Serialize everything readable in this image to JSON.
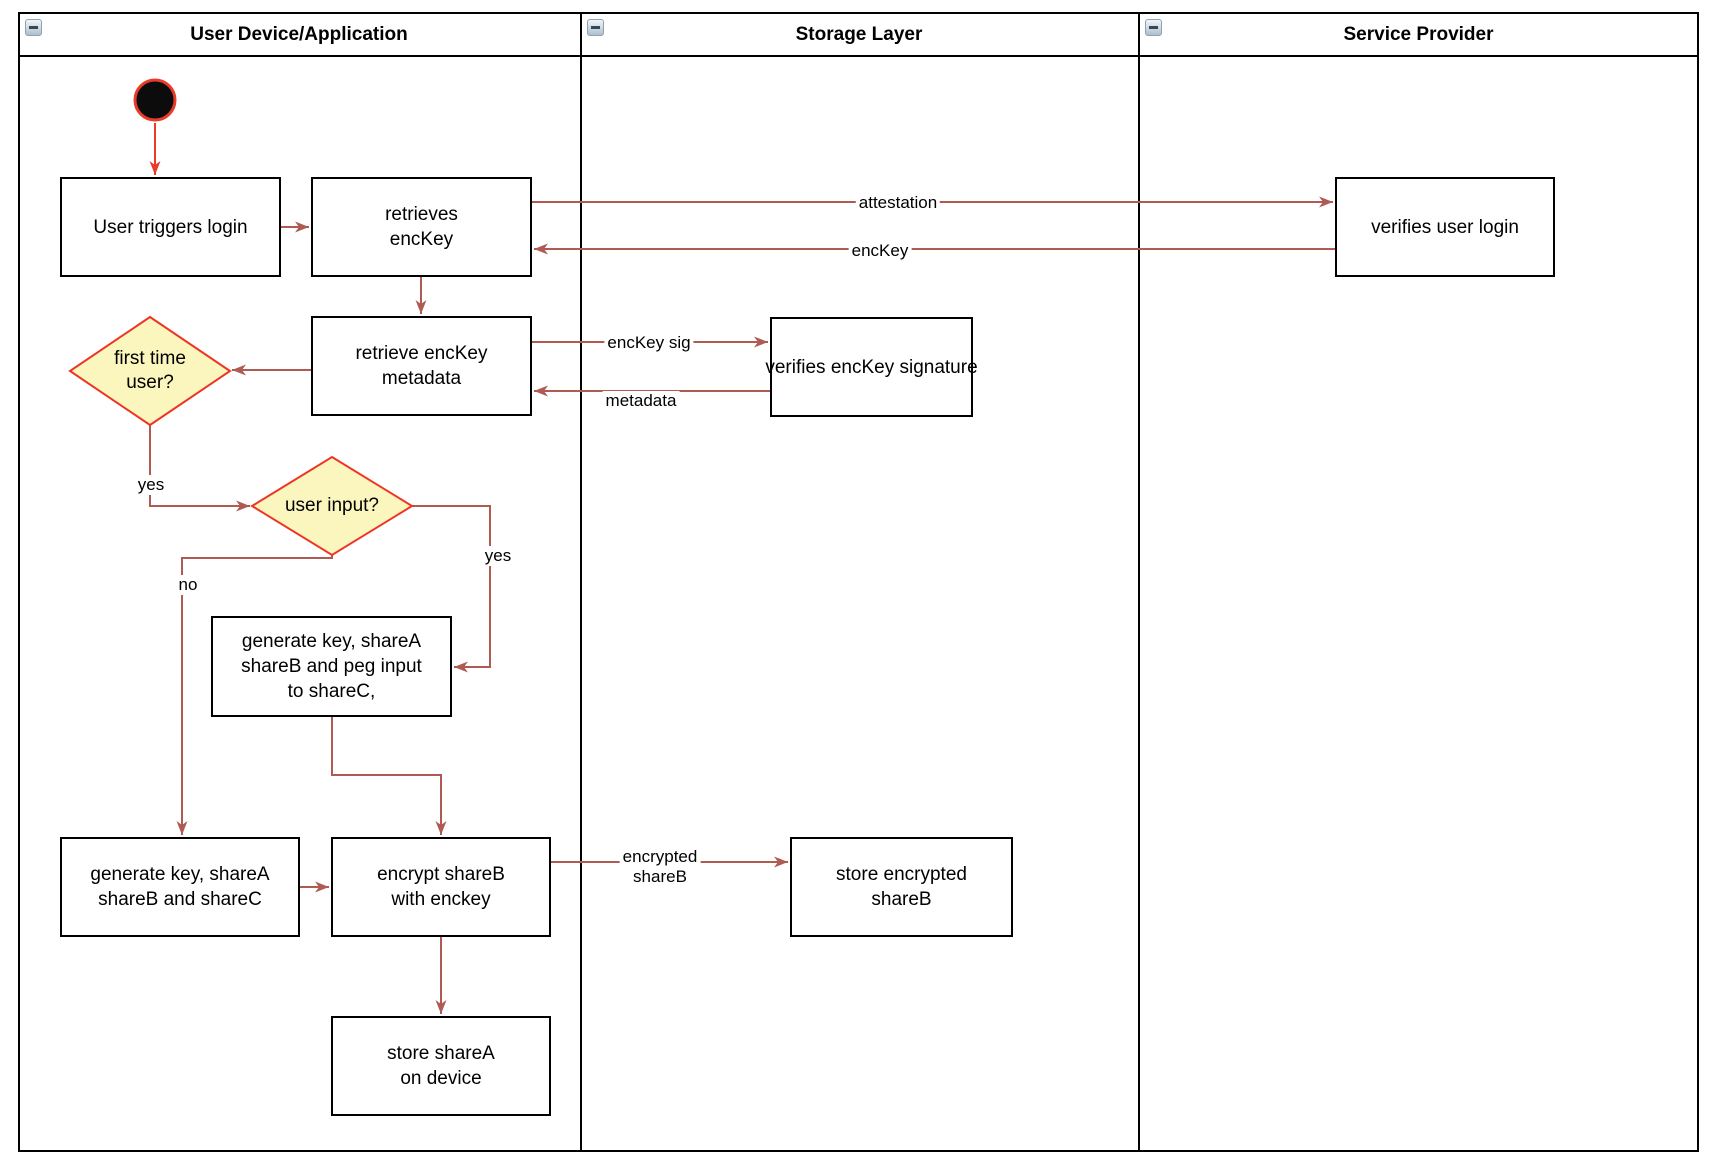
{
  "colors": {
    "connector": "#AF5A52",
    "start-accent": "#E93B2A",
    "diamond-fill": "#FBF6BD",
    "diamond-stroke": "#EE3524",
    "node-border": "#000000",
    "lane-border": "#000000"
  },
  "lanes": [
    {
      "title": "User Device/Application"
    },
    {
      "title": "Storage Layer"
    },
    {
      "title": "Service Provider"
    }
  ],
  "nodes": {
    "userTriggersLogin": "User triggers login",
    "retrievesEncKey": "retrieves\nencKey",
    "retrieveEncKeyMetadata": "retrieve encKey\nmetadata",
    "firstTimeUser": "first time\nuser?",
    "userInput": "user input?",
    "generateKeyPegInput": "generate key, shareA\nshareB and peg input\nto shareC,",
    "generateKeyShareC": "generate key, shareA\nshareB and shareC",
    "encryptShareB": "encrypt shareB\nwith enckey",
    "storeShareA": "store shareA\non device",
    "storeEncryptedShareB": "store encrypted\nshareB",
    "verifiesEncKeySignature": "verifies encKey signature",
    "verifiesUserLogin": "verifies user login"
  },
  "edge_labels": {
    "attestation": "attestation",
    "encKey": "encKey",
    "encKeySig": "encKey sig",
    "metadata": "metadata",
    "encryptedShareB": "encrypted\nshareB",
    "yesFirstTime": "yes",
    "yesUserInput": "yes",
    "noUserInput": "no"
  }
}
